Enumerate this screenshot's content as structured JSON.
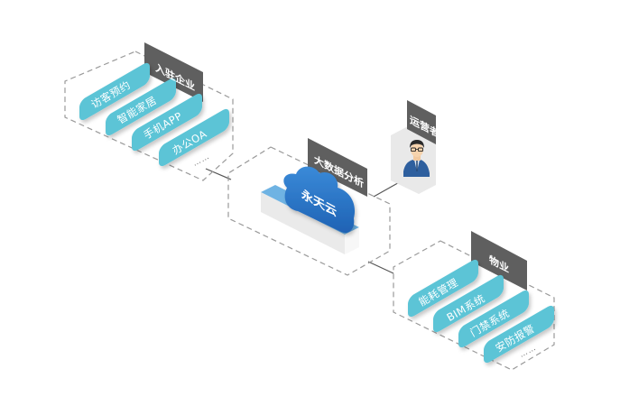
{
  "diagram": {
    "colors": {
      "pill": "#5bc4d6",
      "tag": "#5f5f5f",
      "cloud": "#2f78c8",
      "platform_top": "#6fb3e3",
      "platform_side": "#ececec",
      "dash": "#9a9a9a",
      "connector": "#555555",
      "operator_panel": "#e9e9e9"
    },
    "groups": {
      "tenants": {
        "tag": "入驻企业",
        "items": [
          "访客预约",
          "智能家居",
          "手机APP",
          "办公OA"
        ],
        "more": "……"
      },
      "analytics": {
        "tag": "大数据分析",
        "cloud_label": "永天云"
      },
      "operator": {
        "tag": "运营者",
        "icon": "businessman-avatar-icon"
      },
      "property": {
        "tag": "物业",
        "items": [
          "能耗管理",
          "BIM系统",
          "门禁系统",
          "安防报警"
        ],
        "more": "……"
      }
    }
  }
}
